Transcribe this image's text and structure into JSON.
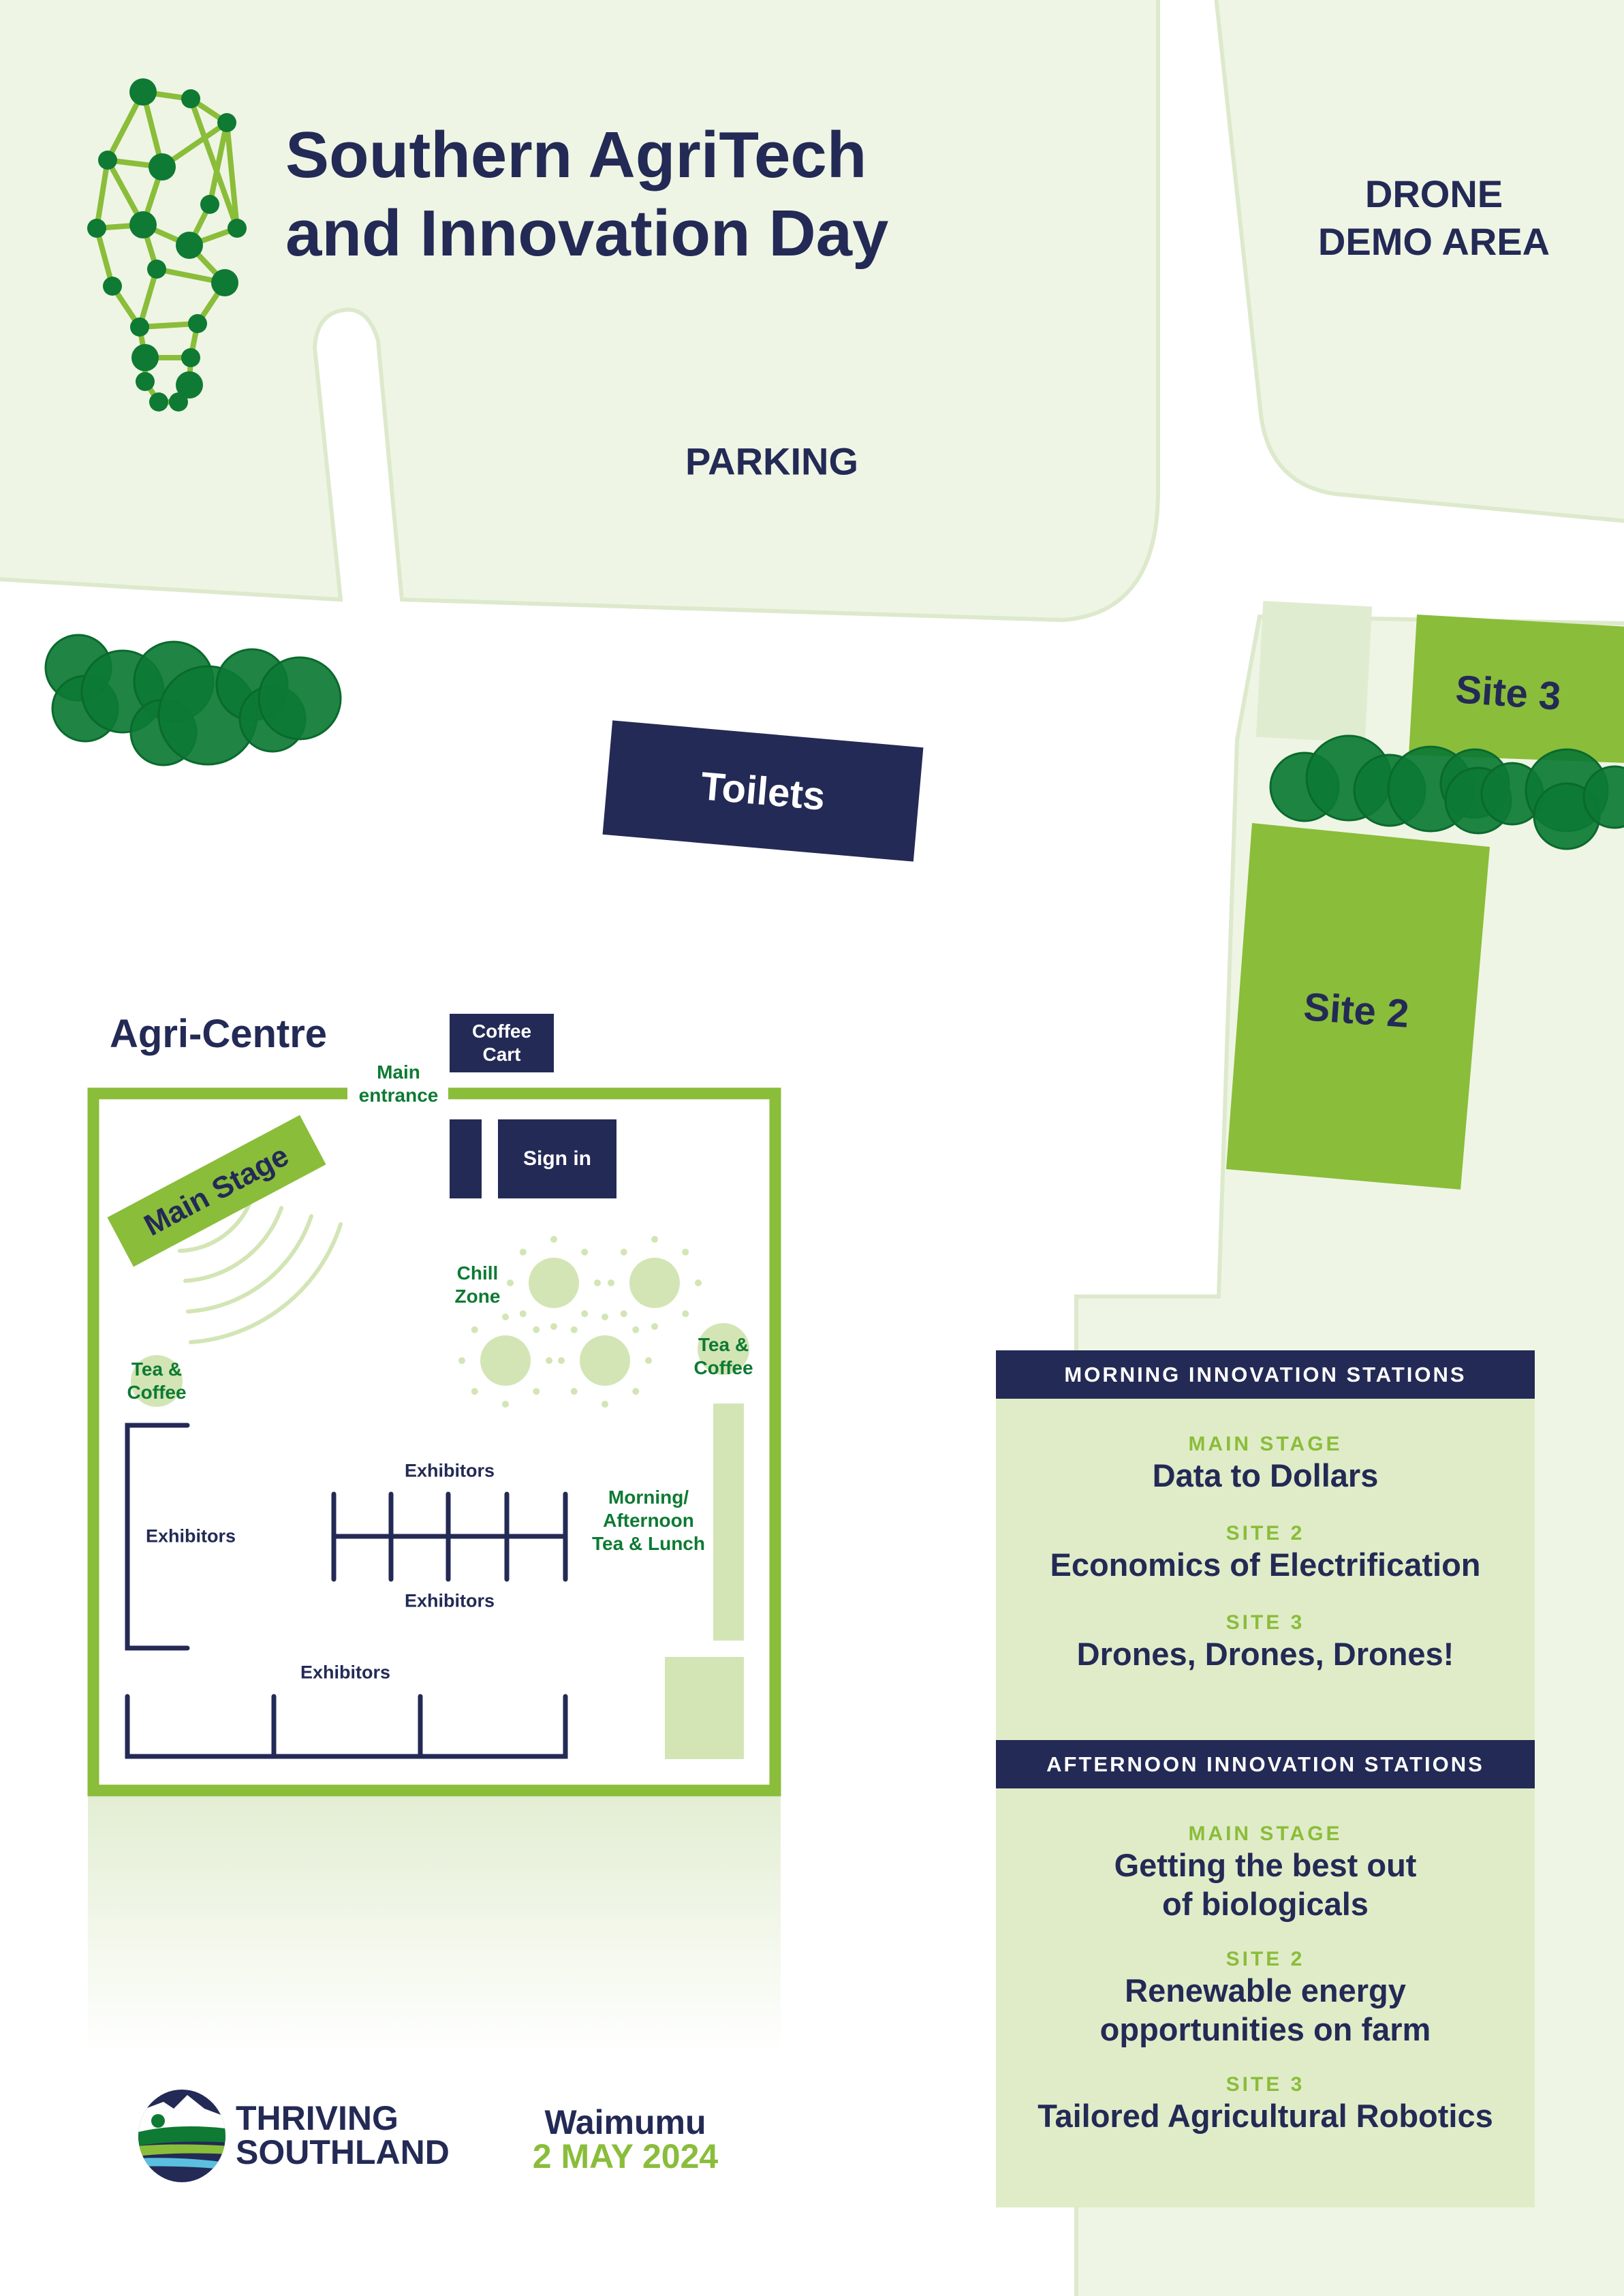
{
  "title": {
    "line1": "Southern AgriTech",
    "line2": "and Innovation Day"
  },
  "areas": {
    "drone_line1": "DRONE",
    "drone_line2": "DEMO AREA",
    "parking": "PARKING",
    "toilets": "Toilets",
    "site3": "Site 3",
    "site2": "Site 2"
  },
  "agri_centre": {
    "label": "Agri-Centre",
    "coffee_cart": [
      "Coffee",
      "Cart"
    ],
    "main_entrance": [
      "Main",
      "entrance"
    ],
    "sign_in": "Sign in",
    "main_stage": "Main Stage",
    "chill_zone": [
      "Chill",
      "Zone"
    ],
    "tea_coffee": [
      "Tea &",
      "Coffee"
    ],
    "catering": [
      "Morning/",
      "Afternoon",
      "Tea & Lunch"
    ],
    "exhibitors": "Exhibitors"
  },
  "stations": {
    "morning": {
      "header": "MORNING INNOVATION STATIONS",
      "items": [
        {
          "location": "MAIN STAGE",
          "title": "Data to Dollars"
        },
        {
          "location": "SITE 2",
          "title": "Economics of Electrification"
        },
        {
          "location": "SITE 3",
          "title": "Drones, Drones, Drones!"
        }
      ]
    },
    "afternoon": {
      "header": "AFTERNOON INNOVATION STATIONS",
      "items": [
        {
          "location": "MAIN STAGE",
          "title": "Getting the best out of biologicals"
        },
        {
          "location": "SITE 2",
          "title": "Renewable energy opportunities on farm"
        },
        {
          "location": "SITE 3",
          "title": "Tailored Agricultural Robotics"
        }
      ]
    }
  },
  "footer": {
    "org_line1": "THRIVING",
    "org_line2": "SOUTHLAND",
    "place": "Waimumu",
    "date": "2 MAY 2024"
  },
  "colors": {
    "navy": "#232a55",
    "green": "#8abd3a",
    "dark_green": "#0e7a33",
    "pale": "#eff5e4"
  }
}
